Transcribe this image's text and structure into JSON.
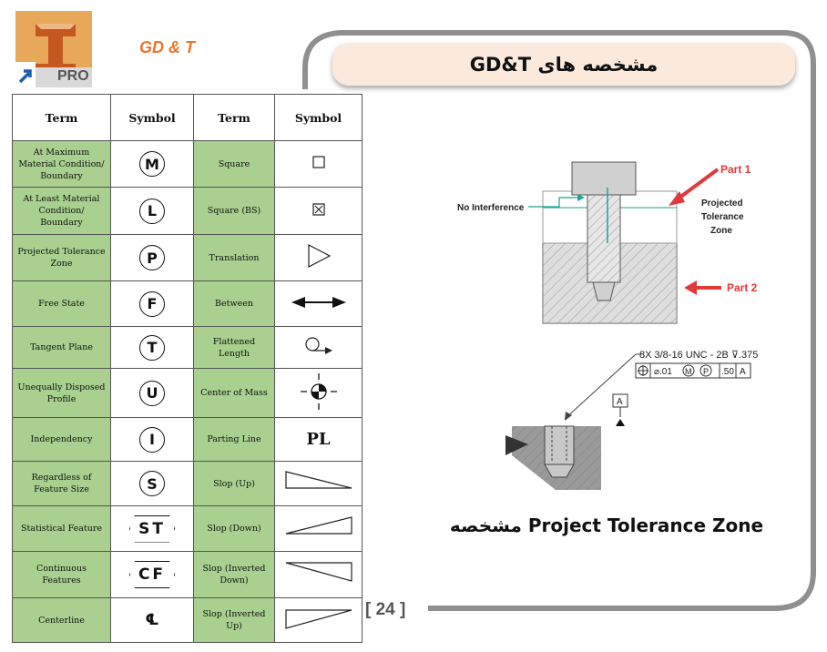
{
  "header": {
    "title": "GD & T",
    "logo_text": "PRO"
  },
  "slide_title": "مشخصه های GD&T",
  "table": {
    "headers": [
      "Term",
      "Symbol",
      "Term",
      "Symbol"
    ],
    "rows": [
      {
        "left_term": "At Maximum Material Condition/ Boundary",
        "left_symbol": "M",
        "right_term": "Square",
        "right_symbol": "square-icon"
      },
      {
        "left_term": "At Least Material Condition/ Boundary",
        "left_symbol": "L",
        "right_term": "Square (BS)",
        "right_symbol": "square-x-icon"
      },
      {
        "left_term": "Projected Tolerance Zone",
        "left_symbol": "P",
        "right_term": "Translation",
        "right_symbol": "triangle-right-icon"
      },
      {
        "left_term": "Free State",
        "left_symbol": "F",
        "right_term": "Between",
        "right_symbol": "double-arrow-icon"
      },
      {
        "left_term": "Tangent Plane",
        "left_symbol": "T",
        "right_term": "Flattened Length",
        "right_symbol": "flattened-length-icon"
      },
      {
        "left_term": "Unequally Disposed Profile",
        "left_symbol": "U",
        "right_term": "Center of Mass",
        "right_symbol": "center-of-mass-icon"
      },
      {
        "left_term": "Independency",
        "left_symbol": "I",
        "right_term": "Parting Line",
        "right_symbol": "PL"
      },
      {
        "left_term": "Regardless of Feature Size",
        "left_symbol": "S",
        "right_term": "Slop (Up)",
        "right_symbol": "slope-up-icon"
      },
      {
        "left_term": "Statistical Feature",
        "left_symbol": "ST",
        "right_term": "Slop (Down)",
        "right_symbol": "slope-down-icon"
      },
      {
        "left_term": "Continuous Features",
        "left_symbol": "CF",
        "right_term": "Slop (Inverted Down)",
        "right_symbol": "slope-inverted-down-icon"
      },
      {
        "left_term": "Centerline",
        "left_symbol": "℄",
        "right_term": "Slop (Inverted Up)",
        "right_symbol": "slope-inverted-up-icon"
      }
    ]
  },
  "illustration": {
    "part1": "Part 1",
    "part2": "Part 2",
    "no_interference": "No Interference",
    "projected_zone": [
      "Projected",
      "Tolerance",
      "Zone"
    ],
    "callout": "8X 3/8-16 UNC - 2B ⊽.375",
    "fcf_values": [
      "⌀.01",
      "M",
      "P",
      ".50",
      "A"
    ],
    "datum": "A"
  },
  "caption": "مشخصه  Project Tolerance Zone",
  "page_number": "[ 24 ]",
  "colors": {
    "accent": "#e8762a",
    "table_green": "#a9d08e",
    "title_bar": "#fbe9dc",
    "arrow_red": "#e0393b",
    "teal": "#1aa58f"
  }
}
